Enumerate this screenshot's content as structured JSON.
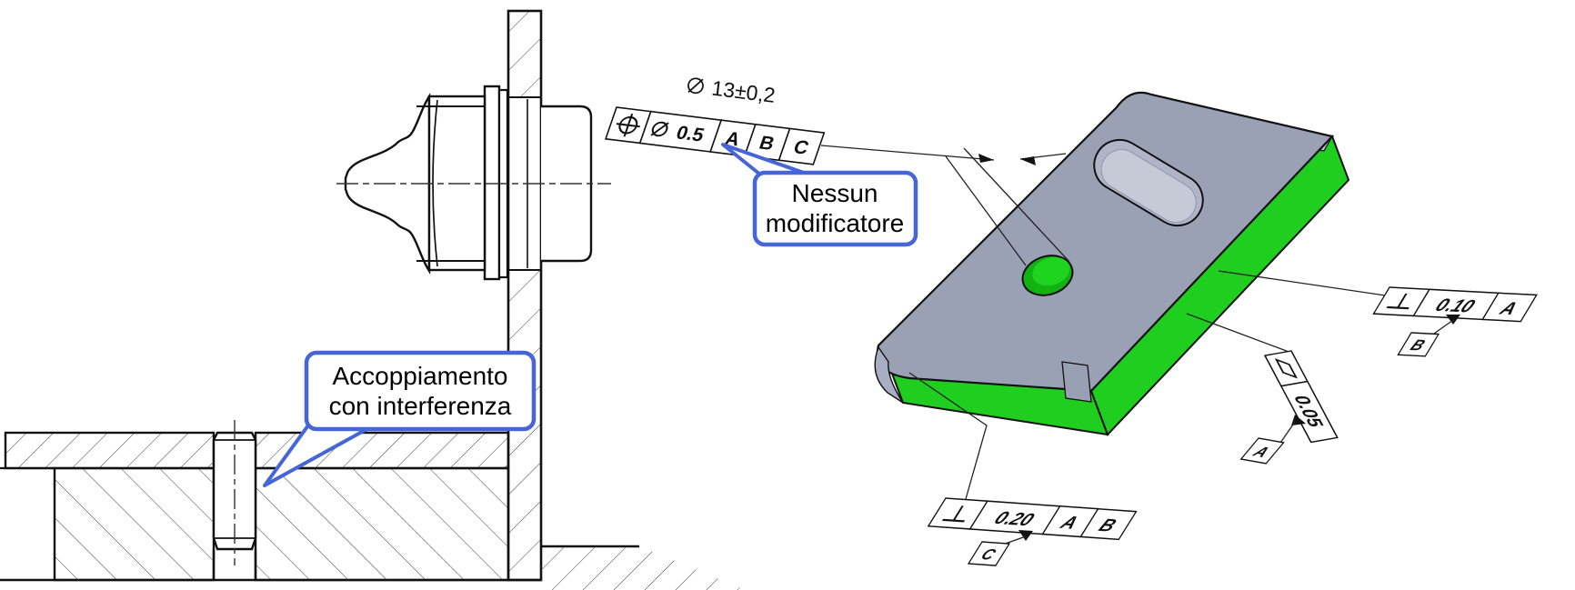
{
  "diagram": {
    "callouts": {
      "interference": {
        "line1": "Accoppiamento",
        "line2": "con interferenza"
      },
      "no_modifier": {
        "line1": "Nessun",
        "line2": "modificatore"
      }
    },
    "hole_dimension": {
      "diameter_value": "13±0,2"
    },
    "position_frame": {
      "symbol": "position",
      "tolerance_zone_symbol": "diameter",
      "tolerance": "0.5",
      "datum_1": "A",
      "datum_2": "B",
      "datum_3": "C"
    },
    "perpendicularity_frame_1": {
      "symbol": "perpendicularity",
      "tolerance": "0.10",
      "datum_ref": "A",
      "attached_datum": "B"
    },
    "flatness_frame": {
      "symbol": "flatness",
      "tolerance": "0.05",
      "attached_datum": "A"
    },
    "perpendicularity_frame_2": {
      "symbol": "perpendicularity",
      "tolerance": "0.20",
      "datum_ref_1": "A",
      "datum_ref_2": "B",
      "attached_datum": "C"
    },
    "colors": {
      "callout_blue": "#4565D8",
      "part_green": "#1FCE1F",
      "part_gray": "#9BA1B5"
    }
  }
}
